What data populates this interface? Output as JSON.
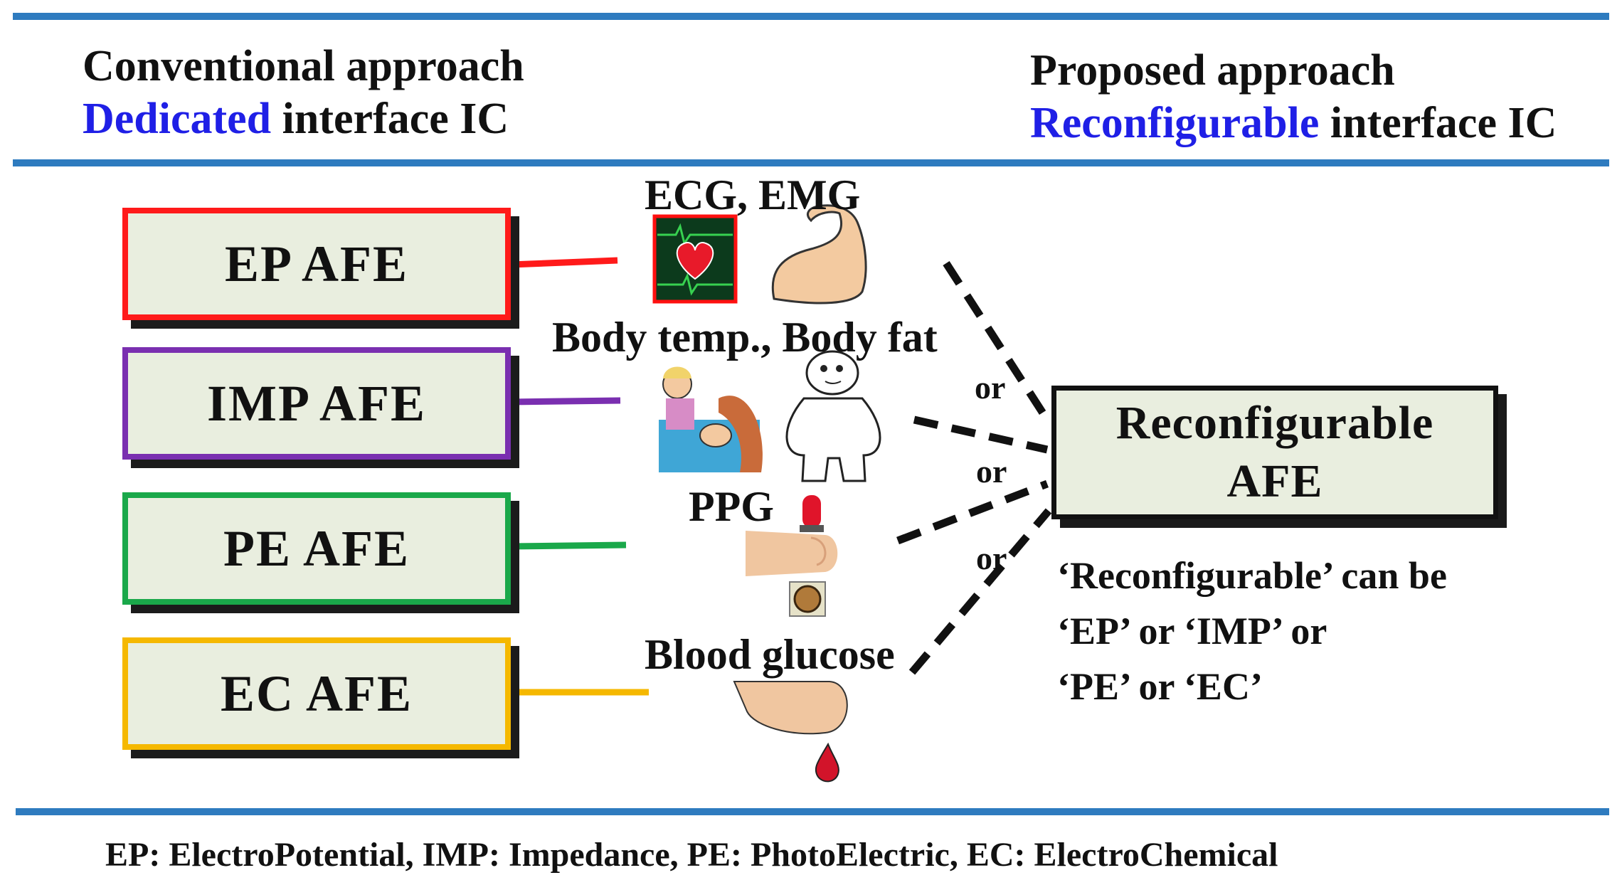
{
  "header": {
    "left_line1": "Conventional approach",
    "left_line2_highlight": "Dedicated",
    "left_line2_rest": " interface IC",
    "right_line1": "Proposed approach",
    "right_line2_highlight": "Reconfigurable",
    "right_line2_rest": " interface IC"
  },
  "afe_blocks": [
    {
      "label": "EP AFE",
      "color": "#ff1a1a"
    },
    {
      "label": "IMP AFE",
      "color": "#7a2fb0"
    },
    {
      "label": "PE AFE",
      "color": "#1aa84a"
    },
    {
      "label": "EC AFE",
      "color": "#f5b800"
    }
  ],
  "sensors": {
    "ep": "ECG, EMG",
    "imp": "Body temp., Body fat",
    "pe": "PPG",
    "ec": "Blood glucose"
  },
  "icons": [
    "heart-monitor-icon",
    "flexed-arm-icon",
    "nurse-patient-icon",
    "body-figure-icon",
    "led-icon",
    "finger-icon",
    "photodiode-icon",
    "fingertip-icon",
    "blood-drop-icon"
  ],
  "or_labels": [
    "or",
    "or",
    "or"
  ],
  "reconfig_block": {
    "line1": "Reconfigurable",
    "line2": "AFE"
  },
  "note_lines": [
    "‘Reconfigurable’ can be",
    "‘EP’ or ‘IMP’ or",
    "‘PE’ or ‘EC’"
  ],
  "legend": "EP: ElectroPotential, IMP: Impedance, PE: PhotoElectric, EC: ElectroChemical",
  "colors": {
    "rule": "#2e7bbf",
    "highlight": "#1f1fe6",
    "box_fill": "#e9eedf"
  }
}
